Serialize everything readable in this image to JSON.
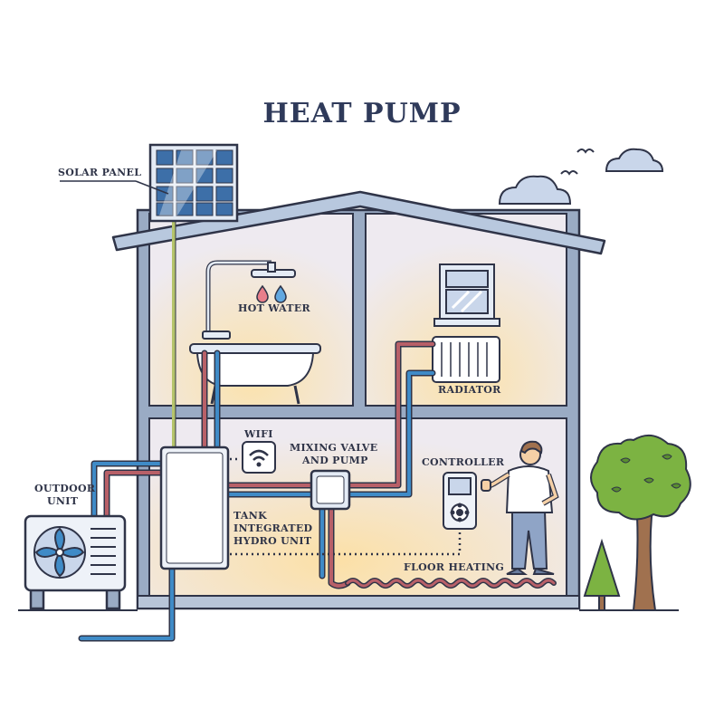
{
  "title": "HEAT PUMP",
  "labels": {
    "solar_panel": "SOLAR PANEL",
    "hot_water": "HOT WATER",
    "radiator": "RADIATOR",
    "wifi": "WIFI",
    "mixing_valve": [
      "MIXING VALVE",
      "AND PUMP"
    ],
    "controller": "CONTROLLER",
    "outdoor_unit": [
      "OUTDOOR",
      "UNIT"
    ],
    "tank": [
      "TANK",
      "INTEGRATED",
      "HYDRO UNIT"
    ],
    "floor_heating": "FLOOR HEATING"
  },
  "icons": [
    "solar-panel-icon",
    "bathtub-icon",
    "shower-icon",
    "water-drop-icon",
    "window-icon",
    "radiator-icon",
    "wifi-icon",
    "mixing-valve-icon",
    "thermostat-controller-icon",
    "person-icon",
    "outdoor-unit-icon",
    "fan-icon",
    "tank-icon",
    "tree-icon",
    "pine-tree-icon",
    "cloud-icon",
    "bird-icon"
  ],
  "colors": {
    "outline": "#2f3448",
    "wall": "#9aabc4",
    "hot_pipe": "#b86068",
    "cold_pipe": "#3f8bc7",
    "solar_line": "#b5c46b",
    "room_glow": "#f9e3b0",
    "tree_leaves": "#7cb342",
    "trunk": "#a0714f"
  }
}
